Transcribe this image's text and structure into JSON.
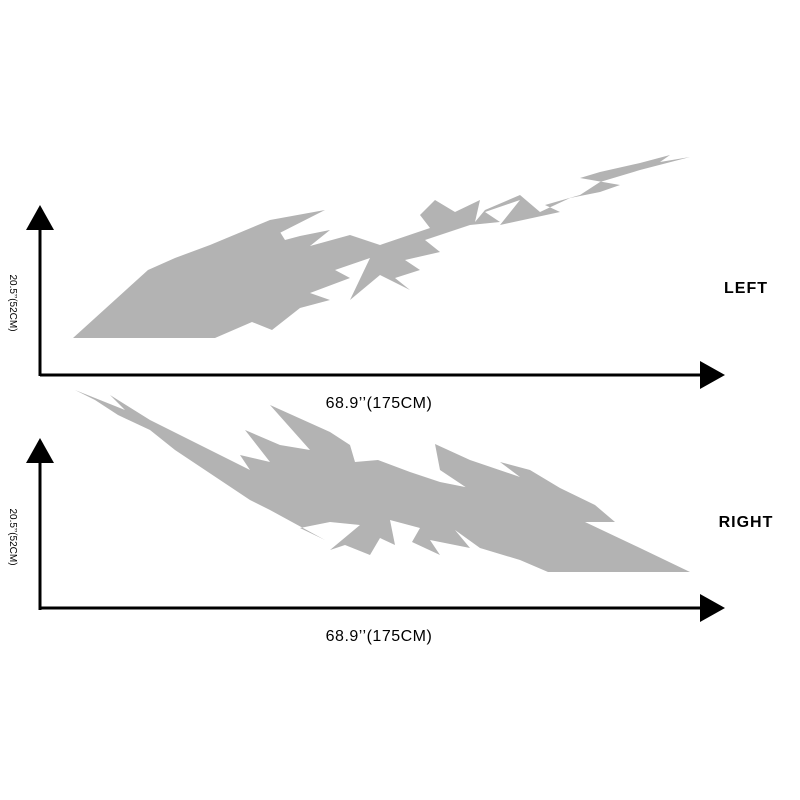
{
  "colors": {
    "decal": "#b3b3b3",
    "axis": "#000000",
    "background": "#ffffff"
  },
  "panels": [
    {
      "side_label": "LEFT",
      "width_label": "68.9’’(175CM)",
      "height_label": "20.5’’(52CM)"
    },
    {
      "side_label": "RIGHT",
      "width_label": "68.9’’(175CM)",
      "height_label": "20.5’’(52CM)"
    }
  ]
}
